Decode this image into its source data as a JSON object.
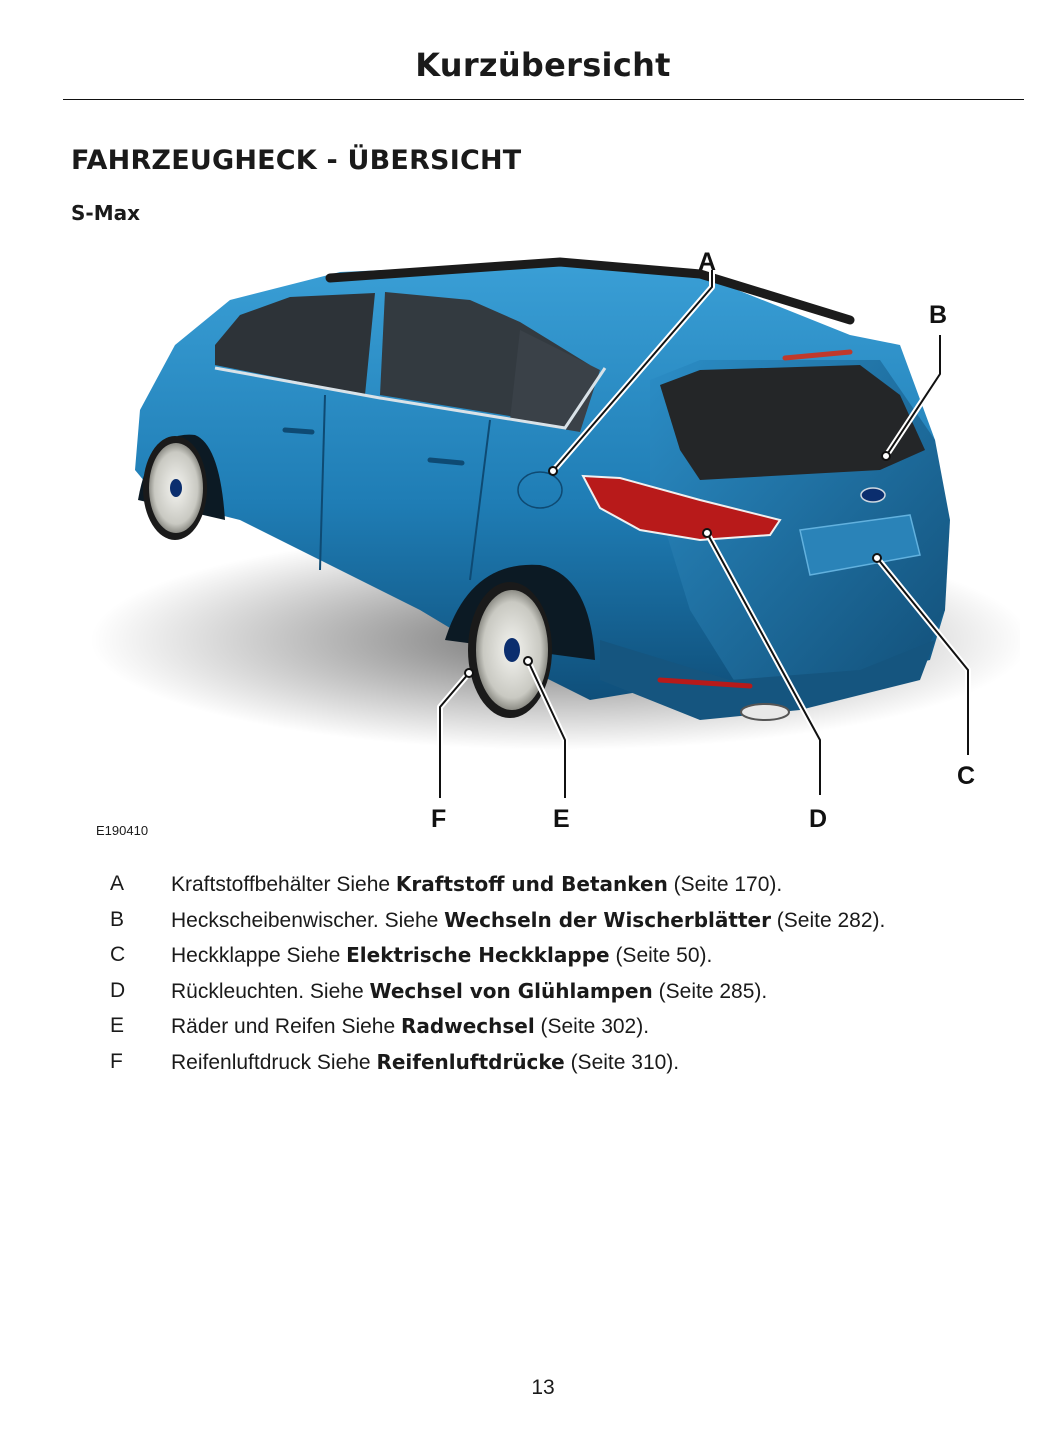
{
  "header": {
    "title": "Kurzübersicht"
  },
  "section": {
    "title": "FAHRZEUGHECK - ÜBERSICHT",
    "subtitle": "S-Max"
  },
  "figure": {
    "id": "E190410",
    "callouts": [
      "A",
      "B",
      "C",
      "D",
      "E",
      "F"
    ],
    "colors": {
      "body": "#1f7db5",
      "body_dark": "#0f4f7a",
      "window": "#2a2a2a",
      "light": "#b81a1a"
    }
  },
  "legend": [
    {
      "letter": "A",
      "text": "Kraftstoffbehälter  Siehe ",
      "link": "Kraftstoff und Betanken",
      "page": " (Seite 170)."
    },
    {
      "letter": "B",
      "text": "Heckscheibenwischer.  Siehe ",
      "link": "Wechseln der Wischerblätter",
      "page": " (Seite 282)."
    },
    {
      "letter": "C",
      "text": "Heckklappe  Siehe ",
      "link": "Elektrische Heckklappe",
      "page": " (Seite 50)."
    },
    {
      "letter": "D",
      "text": "Rückleuchten.  Siehe ",
      "link": "Wechsel von Glühlampen",
      "page": " (Seite 285)."
    },
    {
      "letter": "E",
      "text": "Räder und Reifen  Siehe ",
      "link": "Radwechsel",
      "page": " (Seite 302)."
    },
    {
      "letter": "F",
      "text": "Reifenluftdruck  Siehe ",
      "link": "Reifenluftdrücke",
      "page": " (Seite 310)."
    }
  ],
  "page_number": "13"
}
